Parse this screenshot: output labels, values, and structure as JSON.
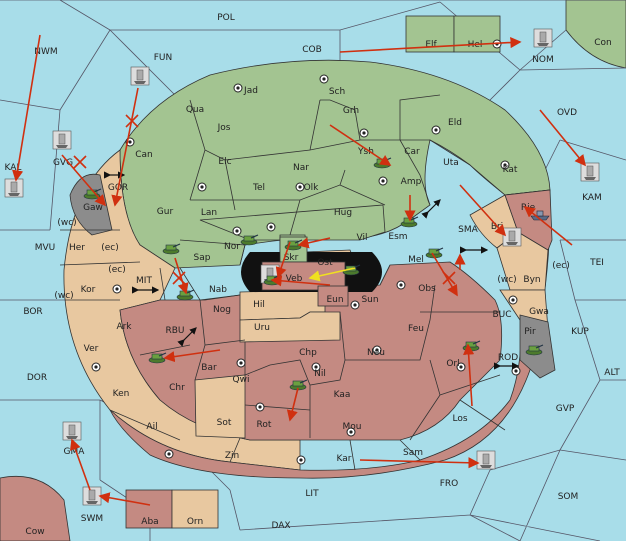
{
  "colors": {
    "sea": "#a8dde9",
    "green": "#a3c491",
    "tan": "#e8c8a0",
    "rose": "#c48a82",
    "grey": "#8c8c8c",
    "order": "#d03010",
    "support": "#f0e020"
  },
  "regions": {
    "sea": [
      "POL",
      "NWM",
      "FUN",
      "COB",
      "NOM",
      "Con",
      "OVD",
      "KAL",
      "GVG",
      "GOR",
      "MVU",
      "MIT",
      "BOR",
      "RBU",
      "DOR",
      "GMA",
      "SWM",
      "Cow",
      "DAX",
      "LIT",
      "FRO",
      "SOM",
      "GVP",
      "ALT",
      "KUP",
      "ROD",
      "BUC",
      "TEI",
      "KAM",
      "SMA"
    ],
    "green": [
      "Elf",
      "Hel",
      "Jad",
      "Sch",
      "Qua",
      "Jos",
      "Grh",
      "Eld",
      "Can",
      "Elc",
      "Nar",
      "Ysh",
      "Car",
      "Uta",
      "Kat",
      "Gur",
      "Tel",
      "Olk",
      "Amp",
      "Lan",
      "Hug",
      "Esm",
      "Sap",
      "Nor",
      "Vil",
      "Skr"
    ],
    "tan": [
      "Gaw",
      "Her",
      "Kor",
      "Ark",
      "Ver",
      "Ail",
      "Bri",
      "Byn",
      "Gwa",
      "Nog",
      "Hil",
      "Uru",
      "Sot",
      "Orn",
      "Ost"
    ],
    "rose": [
      "Nab",
      "Veb",
      "Eun",
      "Sun",
      "Mel",
      "Obs",
      "Feu",
      "Chp",
      "Neu",
      "Orl",
      "Bar",
      "Qwi",
      "Nil",
      "Ken",
      "Chr",
      "Rot",
      "Kaa",
      "Mou",
      "Los",
      "Zin",
      "Kar",
      "Sam",
      "Aba",
      "Rie"
    ],
    "grey": [
      "Pir"
    ]
  },
  "annotations": [
    "(wc)",
    "(ec)",
    "(wc)",
    "(ec)",
    "(wc)",
    "(ec)"
  ],
  "units": {
    "armies": 13,
    "fleets": 10
  }
}
